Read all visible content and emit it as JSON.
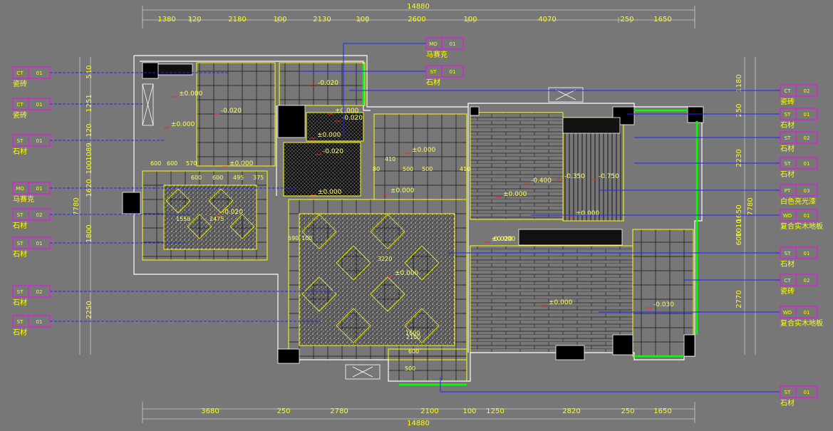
{
  "colors": {
    "background": "#777777",
    "dim_text": "#ffff00",
    "dim_line": "#c8c8c8",
    "wall": "#ffffff",
    "wall_fill": "#000000",
    "leader": "#2020ff",
    "tag": "#ff00ff",
    "level": "#ff2020",
    "accent_green": "#00ff00",
    "stone": "#dddddd"
  },
  "dims": {
    "top_total": "14880",
    "bottom_total": "14880",
    "top": [
      "1380",
      "120",
      "2180",
      "100",
      "2130",
      "100",
      "2600",
      "100",
      "4070",
      "250",
      "1650"
    ],
    "bottom": [
      "3680",
      "250",
      "2780",
      "2100",
      "100",
      "1250",
      "2820",
      "250",
      "1650"
    ],
    "left_total": "7780",
    "left": [
      "510",
      "1251",
      "120",
      "1089",
      "100",
      "1620",
      "1800",
      "2250"
    ],
    "right_total": "7780",
    "right": [
      "1180",
      "250",
      "2230",
      "1650",
      "1010",
      "600",
      "2770"
    ]
  },
  "tags_left": [
    {
      "code": "CT",
      "num": "01",
      "label": "瓷砖"
    },
    {
      "code": "CT",
      "num": "01",
      "label": "瓷砖"
    },
    {
      "code": "ST",
      "num": "01",
      "label": "石材"
    },
    {
      "code": "MO",
      "num": "01",
      "label": "马赛克"
    },
    {
      "code": "ST",
      "num": "02",
      "label": "石材"
    },
    {
      "code": "ST",
      "num": "01",
      "label": "石材"
    },
    {
      "code": "ST",
      "num": "02",
      "label": "石材"
    },
    {
      "code": "ST",
      "num": "01",
      "label": "石材"
    }
  ],
  "tags_top": [
    {
      "code": "MO",
      "num": "01",
      "label": "马赛克"
    },
    {
      "code": "ST",
      "num": "01",
      "label": "石材"
    }
  ],
  "tags_right": [
    {
      "code": "CT",
      "num": "02",
      "label": "瓷砖"
    },
    {
      "code": "ST",
      "num": "01",
      "label": "石材"
    },
    {
      "code": "ST",
      "num": "02",
      "label": "石材"
    },
    {
      "code": "ST",
      "num": "01",
      "label": "石材"
    },
    {
      "code": "PT",
      "num": "03",
      "label": "白色亮光漆"
    },
    {
      "code": "WD",
      "num": "01",
      "label": "复合实木地板"
    },
    {
      "code": "ST",
      "num": "01",
      "label": "石材"
    },
    {
      "code": "CT",
      "num": "02",
      "label": "瓷砖"
    },
    {
      "code": "WD",
      "num": "01",
      "label": "复合实木地板"
    }
  ],
  "tag_bottom": {
    "code": "ST",
    "num": "01",
    "label": "石材"
  },
  "levels": [
    "-0.020",
    "±0.000",
    "-0.020",
    "±0.000",
    "-0.020",
    "-0.020",
    "±0.000",
    "-0.020",
    "±0.000",
    "±0.000",
    "±0.000",
    "±0.000",
    "±0.000",
    "-0.400",
    "-0.350",
    "-0.750",
    "±0.000",
    "±0.000",
    "±0.000",
    "-0.030",
    "±0.000",
    "±0.000",
    "-0.020"
  ],
  "inner_dims": [
    "600",
    "600",
    "570",
    "600",
    "600",
    "495",
    "375",
    "410",
    "80",
    "500",
    "500",
    "410",
    "590",
    "100",
    "2475",
    "1550",
    "600",
    "1600",
    "3220",
    "2100",
    "500"
  ]
}
